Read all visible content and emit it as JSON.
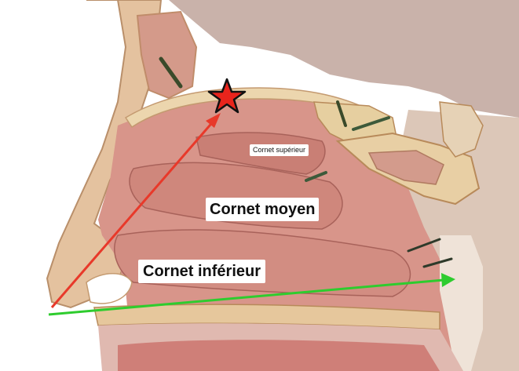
{
  "labels": {
    "superior": "Cornet supérieur",
    "middle": "Cornet moyen",
    "inferior": "Cornet inférieur"
  },
  "colors": {
    "red_arrow": "#e8392a",
    "green_arrow": "#2ecc2e",
    "star_fill": "#e8241c",
    "star_outline": "#111111",
    "tissue_pink": "#d99a8e",
    "bone_beige": "#e9d3ab",
    "skin": "#e8c9a8",
    "background": "#ffffff"
  },
  "markers": {
    "star_icon": "star-icon"
  }
}
